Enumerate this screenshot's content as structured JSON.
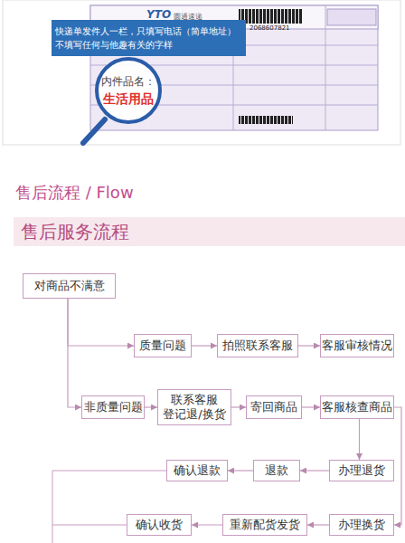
{
  "diagram": {
    "title": "售后流程 / Flow",
    "nodes": [
      {
        "text": [
          "快递单发件人一栏，只填写电话（简单地址） 不填写任何与他趣有关的字样"
        ]
      },
      {
        "text": [
          "内件品名：",
          "生活用品"
        ]
      },
      {
        "text": [
          "售后服务流程"
        ]
      },
      {
        "text": [
          "对商品不满意"
        ]
      },
      {
        "text": [
          "质量问题"
        ]
      },
      {
        "text": [
          "拍照联系客服"
        ]
      },
      {
        "text": [
          "客服审核情况"
        ]
      },
      {
        "text": [
          "非质量问题"
        ]
      },
      {
        "text": [
          "联系客服 登记退/换货"
        ]
      },
      {
        "text": [
          "寄回商品"
        ]
      },
      {
        "text": [
          "客服核查商品"
        ]
      },
      {
        "text": [
          "办理退货"
        ]
      },
      {
        "text": [
          "退款"
        ]
      },
      {
        "text": [
          "确认退款"
        ]
      },
      {
        "text": [
          "办理换货"
        ]
      },
      {
        "text": [
          "重新配货发货"
        ]
      },
      {
        "text": [
          "确认收货"
        ]
      }
    ],
    "edges": [
      {
        "from": 3,
        "to": 4,
        "arrow": "to"
      },
      {
        "from": 3,
        "to": 7,
        "arrow": "to"
      },
      {
        "from": 4,
        "to": 5,
        "arrow": "to"
      },
      {
        "from": 5,
        "to": 6,
        "arrow": "to"
      },
      {
        "from": 7,
        "to": 8,
        "arrow": "to"
      },
      {
        "from": 8,
        "to": 9,
        "arrow": "to"
      },
      {
        "from": 9,
        "to": 10,
        "arrow": "to"
      },
      {
        "from": 10,
        "to": 11,
        "arrow": "to"
      },
      {
        "from": 10,
        "to": 14,
        "arrow": "to"
      },
      {
        "from": 11,
        "to": 12,
        "arrow": "to"
      },
      {
        "from": 12,
        "to": 13,
        "arrow": "to"
      },
      {
        "from": 14,
        "to": 15,
        "arrow": "to"
      },
      {
        "from": 15,
        "to": 16,
        "arrow": "to"
      }
    ],
    "labels": [
      "YTO",
      "圆通速递",
      "2068607821"
    ]
  }
}
